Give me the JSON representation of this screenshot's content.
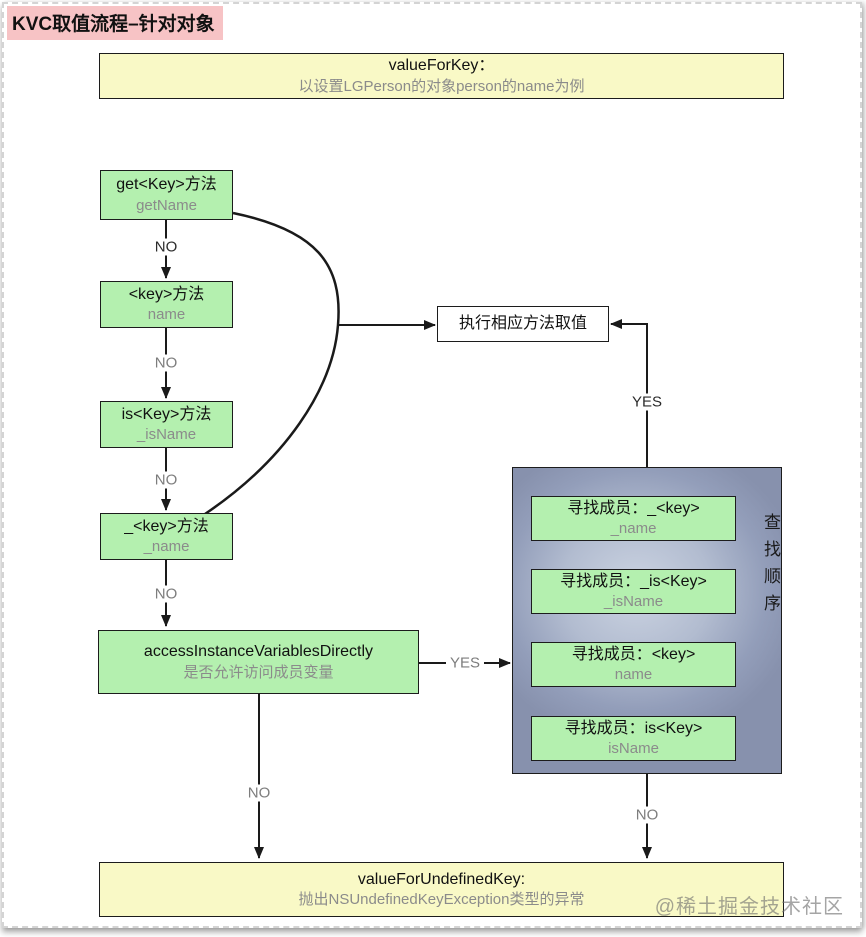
{
  "page": {
    "title": "KVC取值流程–针对对象",
    "watermark": "@稀土掘金技术社区"
  },
  "header_box": {
    "line1": "valueForKey：",
    "line2": "以设置LGPerson的对象person的name为例"
  },
  "method_boxes": [
    {
      "title": "get<Key>方法",
      "subtitle": "getName"
    },
    {
      "title": "<key>方法",
      "subtitle": "name"
    },
    {
      "title": "is<Key>方法",
      "subtitle": "_isName"
    },
    {
      "title": "_<key>方法",
      "subtitle": "_name"
    }
  ],
  "access_box": {
    "title": "accessInstanceVariablesDirectly",
    "subtitle": "是否允许访问成员变量"
  },
  "execute_box": {
    "label": "执行相应方法取值"
  },
  "search_panel": {
    "member_boxes": [
      {
        "title": "寻找成员：_<key>",
        "subtitle": "_name"
      },
      {
        "title": "寻找成员：_is<Key>",
        "subtitle": "_isName"
      },
      {
        "title": "寻找成员：<key>",
        "subtitle": "name"
      },
      {
        "title": "寻找成员：is<Key>",
        "subtitle": "isName"
      }
    ],
    "order_label": "查找顺序"
  },
  "undefined_box": {
    "line1": "valueForUndefinedKey:",
    "line2": "抛出NSUndefinedKeyException类型的异常"
  },
  "labels": {
    "no1": "NO",
    "no2": "NO",
    "no3": "NO",
    "no4": "NO",
    "no_access": "NO",
    "no_panel": "NO",
    "yes_execute": "YES",
    "yes_access": "YES"
  },
  "colors": {
    "box_green": "#b4f0af",
    "box_yellow": "#f9f9c6",
    "title_pink": "#f7c3c5",
    "order_arrow_blue": "#1f52e8"
  }
}
